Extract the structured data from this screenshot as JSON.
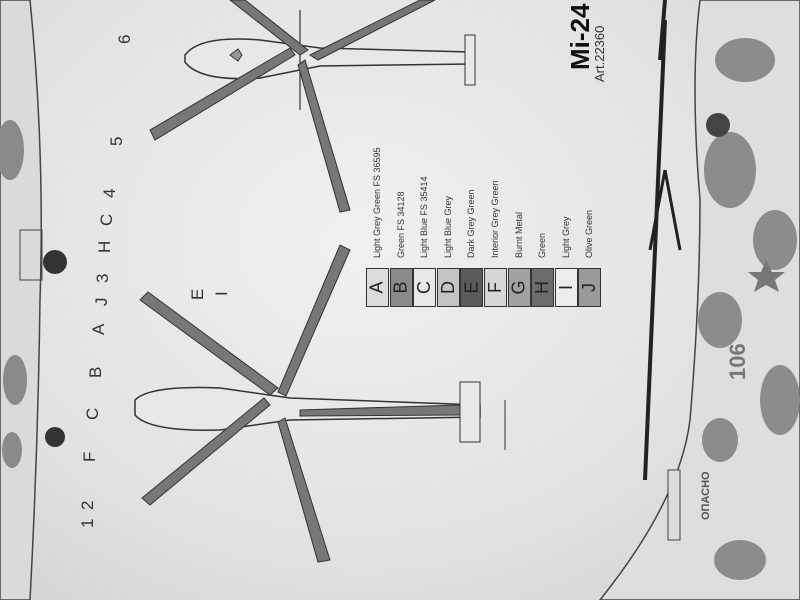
{
  "header": {
    "title": "Mi-24",
    "article": "Art.22360"
  },
  "callouts": [
    "1",
    "2",
    "F",
    "C",
    "B",
    "A",
    "J",
    "3",
    "H",
    "C",
    "4",
    "5",
    "6",
    "E",
    "I"
  ],
  "swatches": [
    {
      "letter": "A",
      "name": "Light Grey Green FS 36595",
      "color": "#dcdcdc"
    },
    {
      "letter": "B",
      "name": "Green FS 34128",
      "color": "#8a8a8a"
    },
    {
      "letter": "C",
      "name": "Light Blue FS 35414",
      "color": "#e8e8e8"
    },
    {
      "letter": "D",
      "name": "Light Blue Grey",
      "color": "#c4c4c4"
    },
    {
      "letter": "E",
      "name": "Dark Grey Green",
      "color": "#5a5a5a"
    },
    {
      "letter": "F",
      "name": "Interior Grey Green",
      "color": "#d6d6d6"
    },
    {
      "letter": "G",
      "name": "Burnt Metal",
      "color": "#a2a2a2"
    },
    {
      "letter": "H",
      "name": "Green",
      "color": "#6c6c6c"
    },
    {
      "letter": "I",
      "name": "Light Grey",
      "color": "#ececec"
    },
    {
      "letter": "J",
      "name": "Olive Green",
      "color": "#9a9a9a"
    }
  ],
  "markings": {
    "warning": "ОПАСНО",
    "number": "106"
  }
}
